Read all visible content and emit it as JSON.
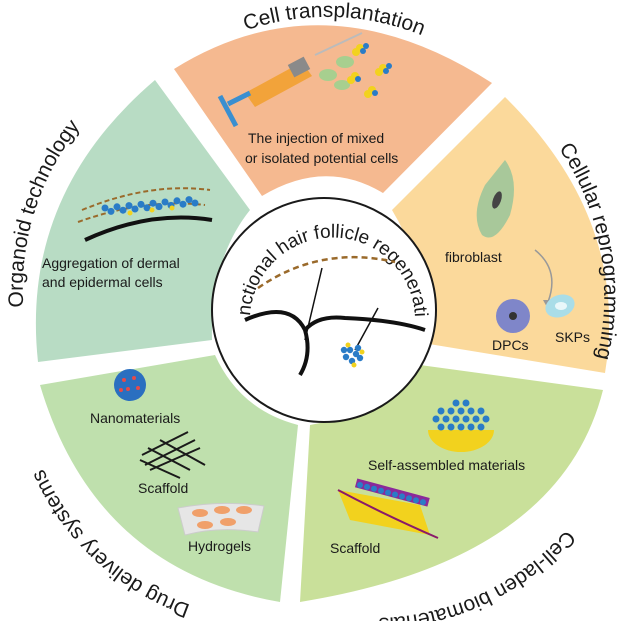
{
  "sectors": {
    "cell_transplantation": {
      "title": "Cell transplantation",
      "desc_line1": "The injection of mixed",
      "desc_line2": "or isolated potential cells",
      "color": "#f5b990"
    },
    "cellular_reprogramming": {
      "title": "Cellular reprogramming",
      "fibroblast": "fibroblast",
      "dpcs": "DPCs",
      "skps": "SKPs",
      "color": "#fbd99b"
    },
    "cell_laden_biomaterials": {
      "title": "Cell-laden biomaterials",
      "self_assembled": "Self-assembled materials",
      "scaffold": "Scaffold",
      "color": "#c9e09a"
    },
    "drug_delivery_systems": {
      "title": "Drug delivery systems",
      "nanomaterials": "Nanomaterials",
      "scaffold": "Scaffold",
      "hydrogels": "Hydrogels",
      "color": "#bfe0ad"
    },
    "organoid_technology": {
      "title": "Organoid technology",
      "desc_line1": "Aggregation of dermal",
      "desc_line2": "and epidermal cells",
      "color": "#b8dcc4"
    }
  },
  "center": {
    "title": "Functional hair follicle regeneration"
  },
  "colors": {
    "dot_blue": "#2a7cc7",
    "dot_yellow": "#f2d21e",
    "dashed_brown": "#9a6a2b",
    "dpc_purple": "#7f86c9",
    "skp_cyan": "#a9dde8",
    "nano_red": "#e64a4a",
    "hydrogel_orange": "#f0a06a",
    "syringe_orange": "#f2a33a",
    "plunger_blue": "#3a8fd0"
  }
}
